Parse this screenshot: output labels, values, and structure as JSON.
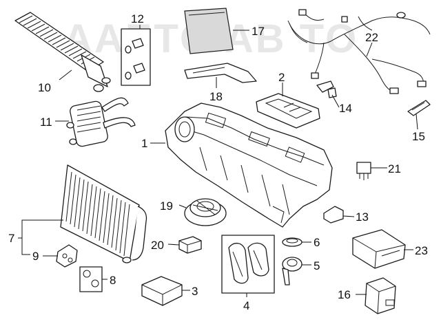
{
  "watermark": {
    "text": "AAETO AB TO"
  },
  "callouts": {
    "c1": "1",
    "c2": "2",
    "c3": "3",
    "c4": "4",
    "c5": "5",
    "c6": "6",
    "c7": "7",
    "c8": "8",
    "c9": "9",
    "c10": "10",
    "c11": "11",
    "c12": "12",
    "c13": "13",
    "c14": "14",
    "c15": "15",
    "c16": "16",
    "c17": "17",
    "c18": "18",
    "c19": "19",
    "c20": "20",
    "c21": "21",
    "c22": "22",
    "c23": "23"
  }
}
